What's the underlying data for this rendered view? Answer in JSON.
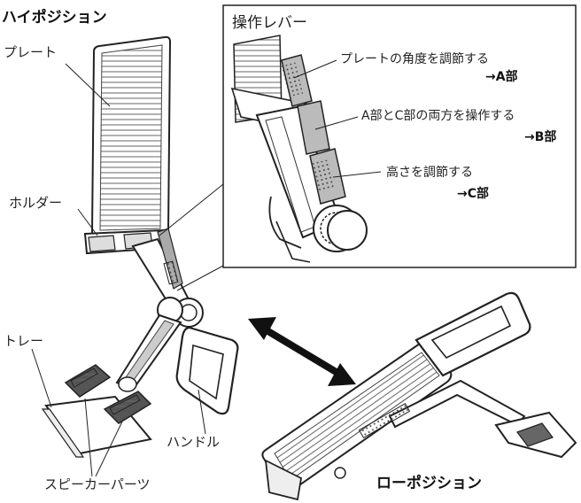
{
  "headings": {
    "high_position": "ハイポジション",
    "low_position": "ローポジション"
  },
  "labels": {
    "plate": "プレート",
    "holder": "ホルダー",
    "tray": "トレー",
    "handle": "ハンドル",
    "speaker_parts": "スピーカーパーツ"
  },
  "inset": {
    "title": "操作レバー",
    "callouts": [
      {
        "text": "プレートの角度を調節する",
        "part": "→A部"
      },
      {
        "text": "A部とC部の両方を操作する",
        "part": "→B部"
      },
      {
        "text": "高さを調節する",
        "part": "→C部"
      }
    ]
  }
}
